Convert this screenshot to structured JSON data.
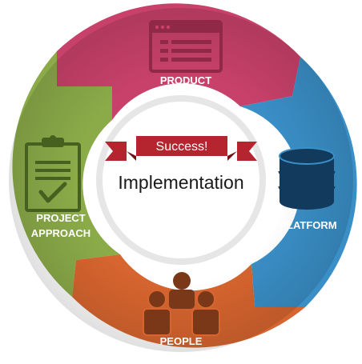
{
  "banner": {
    "text": "Success!",
    "color": "#b5252f"
  },
  "center": {
    "text": "Implementation"
  },
  "segments": [
    {
      "id": "product",
      "label_lines": [
        "PRODUCT"
      ],
      "color": "#c8416a",
      "icon": "browser-window-icon"
    },
    {
      "id": "platform",
      "label_lines": [
        "PLATFORM"
      ],
      "color": "#3a8fc7",
      "icon": "database-icon"
    },
    {
      "id": "people",
      "label_lines": [
        "PEOPLE"
      ],
      "color": "#d7652f",
      "icon": "people-group-icon"
    },
    {
      "id": "project",
      "label_lines": [
        "PROJECT",
        "APPROACH"
      ],
      "color": "#8bab49",
      "icon": "clipboard-check-icon"
    }
  ],
  "colors": {
    "icon_product": "#8f2947",
    "icon_platform": "#123a5c",
    "icon_people": "#7a3818",
    "icon_project": "#45601f",
    "inner_ring": "#e6e6e6"
  }
}
